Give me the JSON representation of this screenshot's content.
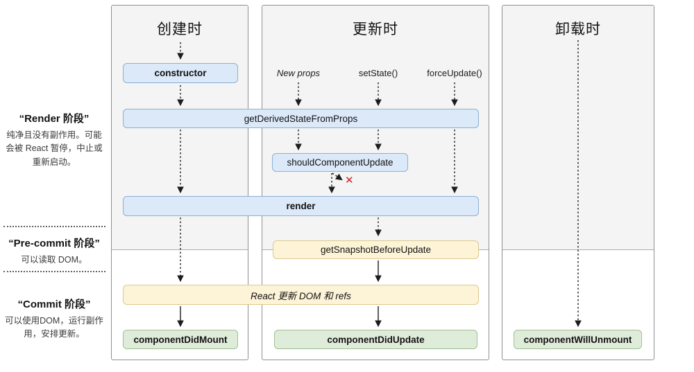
{
  "phases": {
    "render": {
      "title": "“Render 阶段”",
      "desc": "纯净且没有副作用。可能会被 React 暂停，中止或重新启动。"
    },
    "pre_commit": {
      "title": "“Pre-commit 阶段”",
      "desc": "可以读取 DOM。"
    },
    "commit": {
      "title": "“Commit 阶段”",
      "desc": "可以使用DOM，运行副作用，安排更新。"
    }
  },
  "columns": {
    "mounting": {
      "title": "创建时"
    },
    "updating": {
      "title": "更新时",
      "triggers": [
        "New props",
        "setState()",
        "forceUpdate()"
      ]
    },
    "unmounting": {
      "title": "卸载时"
    }
  },
  "methods": {
    "constructor": "constructor",
    "getDerivedStateFromProps": "getDerivedStateFromProps",
    "shouldComponentUpdate": "shouldComponentUpdate",
    "render": "render",
    "getSnapshotBeforeUpdate": "getSnapshotBeforeUpdate",
    "reactUpdatesDom": "React 更新 DOM 和 refs",
    "componentDidMount": "componentDidMount",
    "componentDidUpdate": "componentDidUpdate",
    "componentWillUnmount": "componentWillUnmount"
  },
  "icons": {
    "cancel_x": "✕"
  },
  "colors": {
    "box_blue": "#dbe9f9",
    "box_blue_border": "#8db0d3",
    "box_yellow": "#fdf3d7",
    "box_yellow_border": "#dcc98e",
    "box_green": "#dfecd9",
    "box_green_border": "#9fbf94",
    "cancel_red": "#ce2127",
    "panel_gray": "#f4f4f4"
  }
}
